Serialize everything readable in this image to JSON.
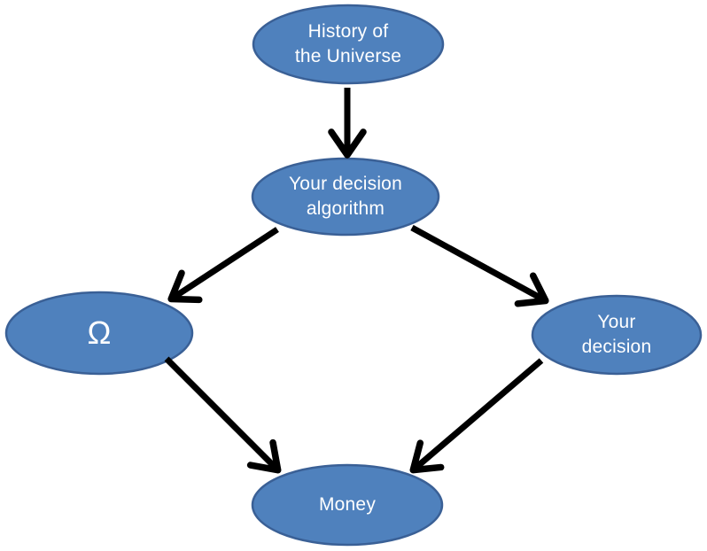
{
  "diagram": {
    "type": "directed-graph",
    "nodes": [
      {
        "id": "history",
        "label": "History of\nthe Universe"
      },
      {
        "id": "algorithm",
        "label": "Your decision\nalgorithm"
      },
      {
        "id": "omega",
        "label": "Ω"
      },
      {
        "id": "decision",
        "label": "Your\ndecision"
      },
      {
        "id": "money",
        "label": "Money"
      }
    ],
    "edges": [
      {
        "from": "history",
        "to": "algorithm"
      },
      {
        "from": "algorithm",
        "to": "omega"
      },
      {
        "from": "algorithm",
        "to": "decision"
      },
      {
        "from": "omega",
        "to": "money"
      },
      {
        "from": "decision",
        "to": "money"
      }
    ],
    "colors": {
      "node_fill": "#4f81bd",
      "node_border": "#3a6096",
      "arrow": "#000000",
      "text": "#ffffff",
      "background": "#ffffff"
    }
  }
}
